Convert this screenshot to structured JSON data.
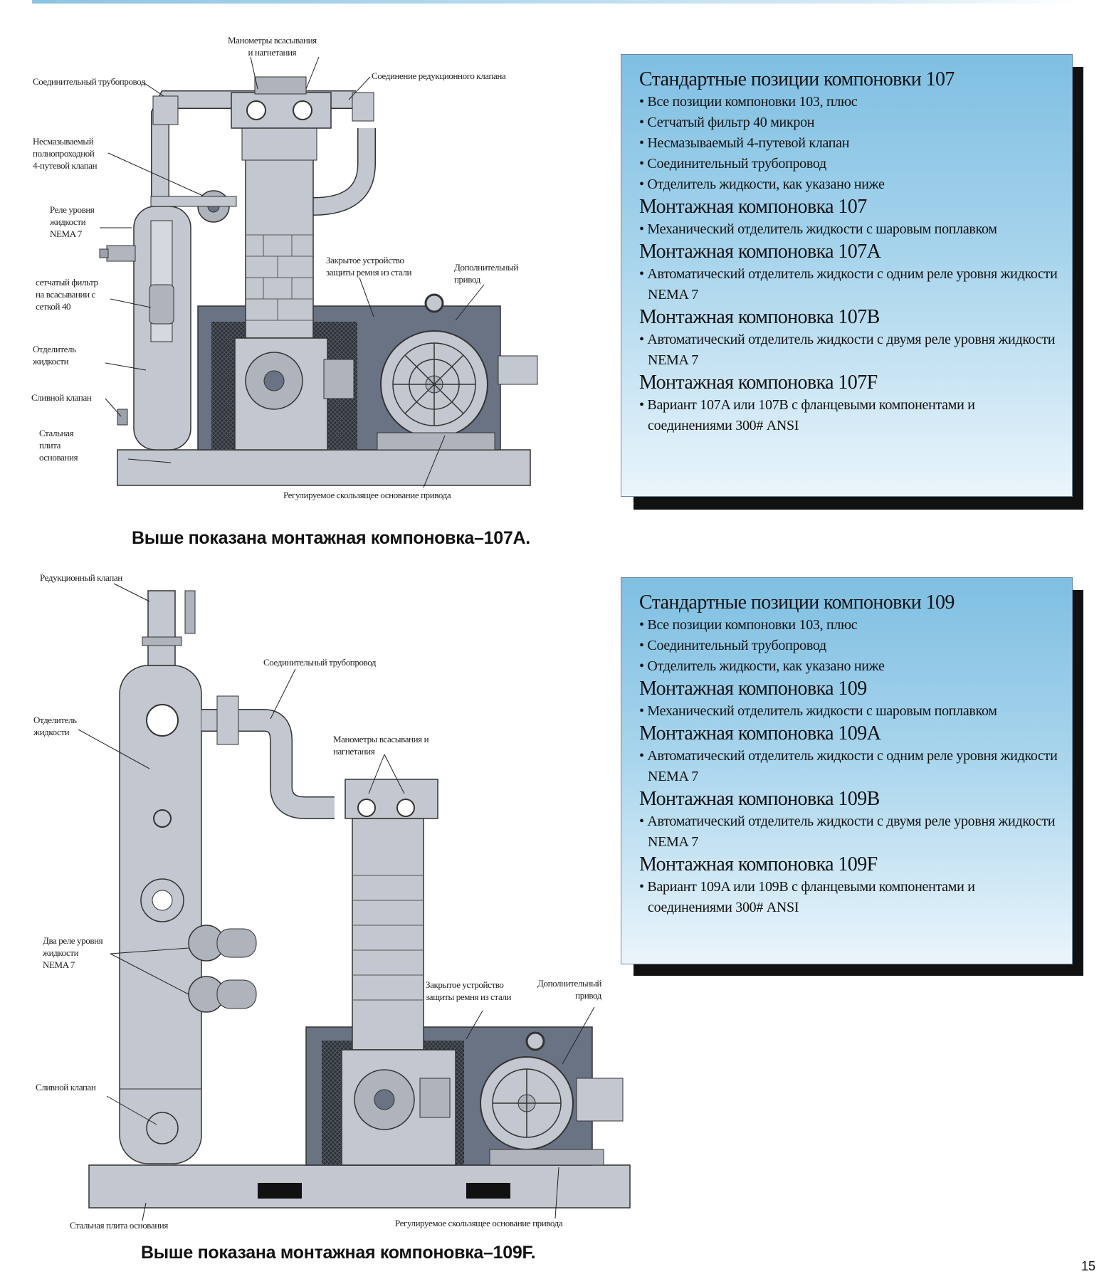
{
  "top": {
    "labels": {
      "gauges": "Манометры всасывания\nи нагнетания",
      "piping": "Соединительный трубопровод",
      "relief_conn": "Соединение редукционного клапана",
      "valve4": "Несмазываемый\nполнопроходной\n4-путевой клапан",
      "level_switch": "Реле уровня\nжидкости\nNEMA 7",
      "strainer": "сетчатый фильтр\nна всасывании с\nсеткой 40",
      "separator": "Отделитель\nжидкости",
      "drain": "Сливной клапан",
      "base": "Стальная\nплита\nоснования",
      "belt_guard": "Закрытое устройство\nзащиты ремня из стали",
      "drive": "Дополнительный\nпривод",
      "slide_base": "Регулируемое скользящее основание привода"
    },
    "caption": "Выше показана монтажная компоновка–107A.",
    "box": {
      "sections": [
        {
          "title": "Стандартные позиции компоновки 107",
          "items": [
            "Все позиции компоновки 103, плюс",
            "Сетчатый фильтр 40 микрон",
            "Несмазываемый 4-путевой клапан",
            "Соединительный трубопровод",
            "Отделитель жидкости, как указано ниже"
          ]
        },
        {
          "title": "Монтажная компоновка 107",
          "items": [
            "Механический отделитель жидкости с шаровым поплавком"
          ]
        },
        {
          "title": "Монтажная компоновка 107A",
          "items": [
            "Автоматический отделитель жидкости с одним реле уровня жидкости NEMA 7"
          ]
        },
        {
          "title": "Монтажная компоновка 107B",
          "items": [
            "Автоматический отделитель жидкости с двумя реле уровня жидкости NEMA 7"
          ]
        },
        {
          "title": "Монтажная компоновка 107F",
          "items": [
            "Вариант 107A или 107B с фланцевыми компонентами и соединениями 300# ANSI"
          ]
        }
      ]
    }
  },
  "bottom": {
    "labels": {
      "relief": "Редукционный клапан",
      "piping": "Соединительный трубопровод",
      "separator": "Отделитель\nжидкости",
      "gauges": "Манометры всасывания и\nнагнетания",
      "level_switches": "Два реле уровня\nжидкости\nNEMA 7",
      "belt_guard": "Закрытое устройство\nзащиты ремня из стали",
      "drive": "Дополнительный\nпривод",
      "drain": "Сливной клапан",
      "base": "Стальная плита основания",
      "slide_base": "Регулируемое скользящее основание привода"
    },
    "caption": "Выше показана монтажная компоновка–109F.",
    "box": {
      "sections": [
        {
          "title": "Стандартные позиции компоновки 109",
          "items": [
            "Все позиции компоновки 103, плюс",
            "Соединительный трубопровод",
            "Отделитель жидкости, как указано ниже"
          ]
        },
        {
          "title": "Монтажная компоновка 109",
          "items": [
            "Механический отделитель жидкости с шаровым поплавком"
          ]
        },
        {
          "title": "Монтажная компоновка 109A",
          "items": [
            "Автоматический отделитель жидкости с одним реле уровня жидкости NEMA 7"
          ]
        },
        {
          "title": "Монтажная компоновка 109B",
          "items": [
            "Автоматический отделитель жидкости с двумя реле уровня жидкости NEMA 7"
          ]
        },
        {
          "title": "Монтажная компоновка 109F",
          "items": [
            "Вариант 109A или 109B с фланцевыми компонентами и соединениями 300# ANSI"
          ]
        }
      ]
    }
  },
  "page_number": "15"
}
